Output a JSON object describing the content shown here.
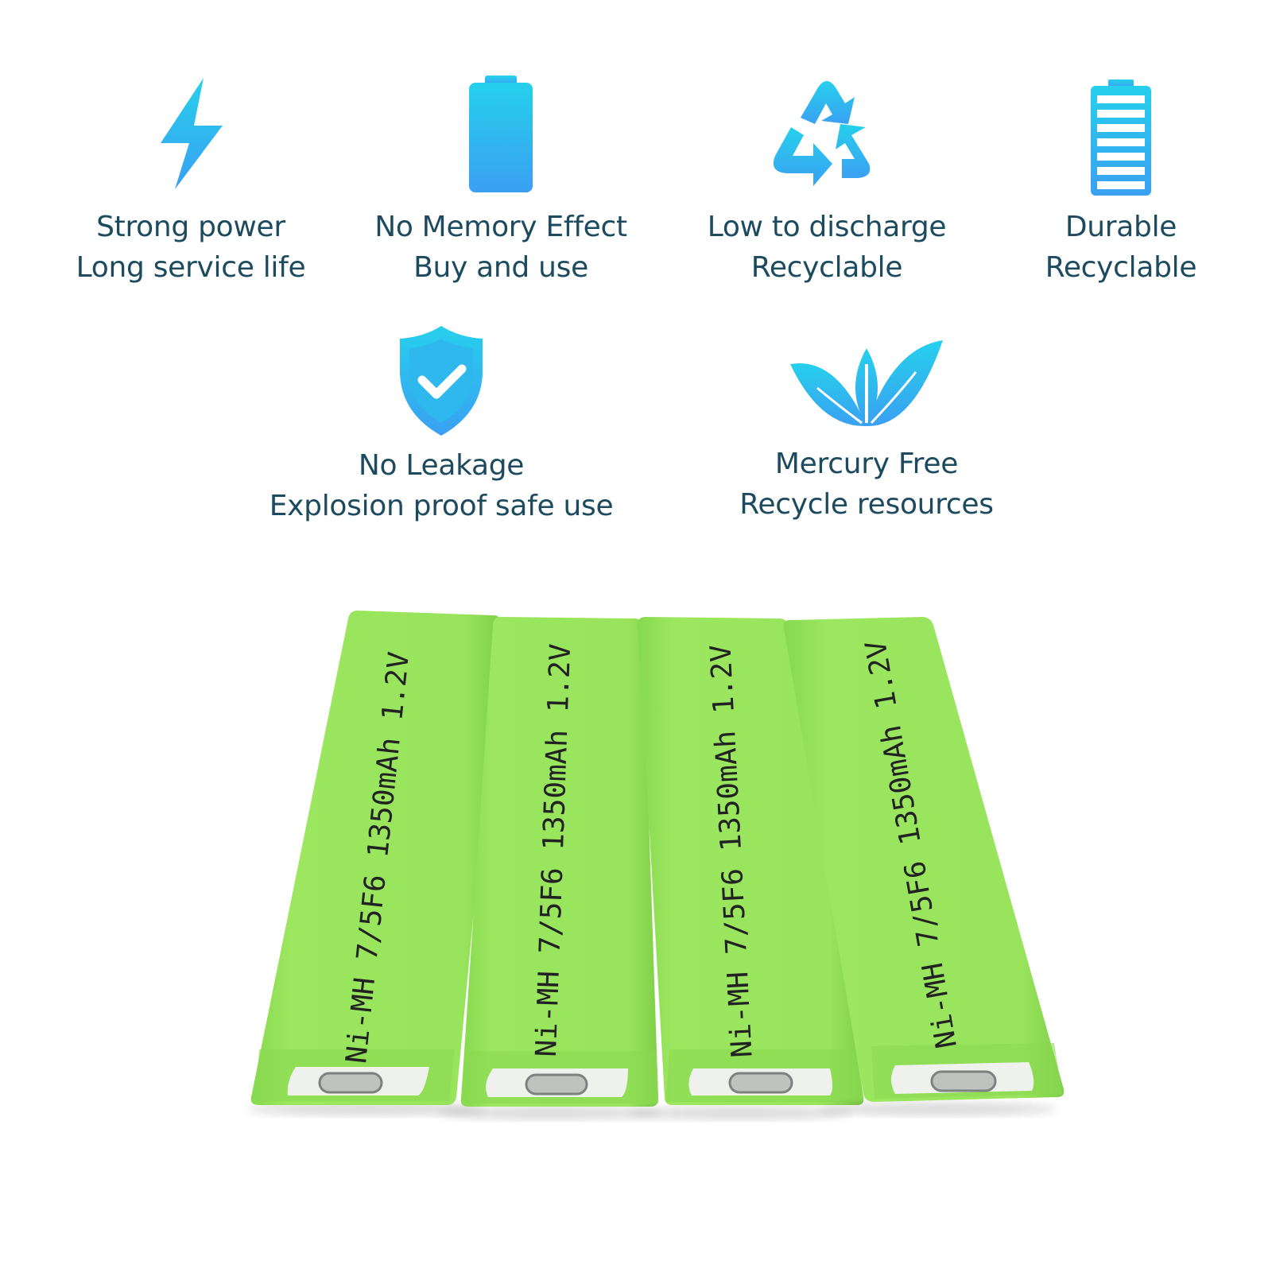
{
  "accent": "#29b6f0",
  "text_color": "#1c4a5e",
  "battery_color": "#95e05c",
  "features": [
    {
      "icon": "lightning-bolt-icon",
      "line1": "Strong power",
      "line2": "Long service life"
    },
    {
      "icon": "battery-icon",
      "line1": "No Memory Effect",
      "line2": "Buy and use"
    },
    {
      "icon": "recycle-icon",
      "line1": "Low to discharge",
      "line2": "Recyclable"
    },
    {
      "icon": "battery-level-icon",
      "line1": "Durable",
      "line2": "Recyclable"
    },
    {
      "icon": "shield-check-icon",
      "line1": "No Leakage",
      "line2": "Explosion proof safe use"
    },
    {
      "icon": "leaf-icon",
      "line1": "Mercury Free",
      "line2": "Recycle resources"
    }
  ],
  "product": {
    "label": "Ni-MH 7/5F6 1350mAh 1.2V",
    "count": 4
  }
}
